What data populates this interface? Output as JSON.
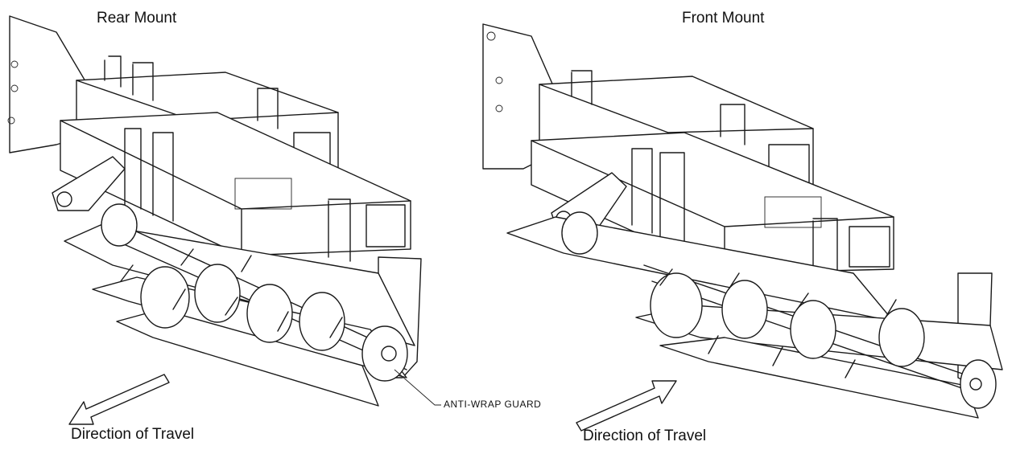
{
  "panels": [
    {
      "title": "Rear Mount",
      "travel_label": "Direction of Travel",
      "callout": "ANTI-WRAP GUARD",
      "arrow_direction": "down-left"
    },
    {
      "title": "Front Mount",
      "travel_label": "Direction of Travel",
      "arrow_direction": "up-right"
    }
  ]
}
